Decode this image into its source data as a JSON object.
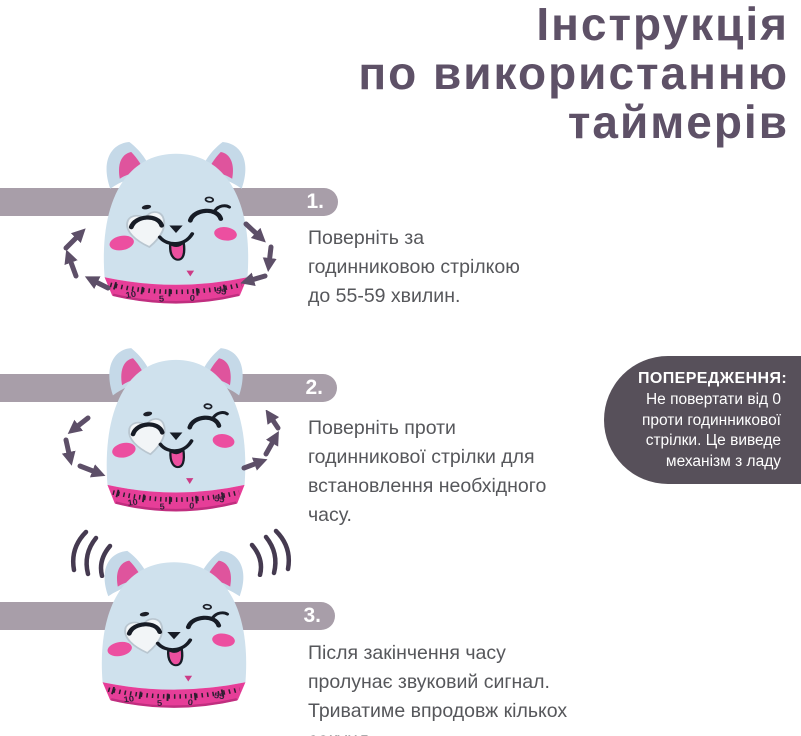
{
  "title": {
    "lines": [
      "Інструкція",
      "по використанню",
      "таймерів"
    ]
  },
  "steps": [
    {
      "number": "1.",
      "text": "Поверніть за годинниковою стрілкою до 55-59 хвилин."
    },
    {
      "number": "2.",
      "text": "Поверніть проти годинникової стрілки для встановлення необхідного часу."
    },
    {
      "number": "3.",
      "text": "Після закінчення часу пролунає звуковий сигнал. Триватиме впродовж кількох секунд."
    }
  ],
  "warning": {
    "title": "ПОПЕРЕДЖЕННЯ:",
    "lines": [
      "Не повертати від 0",
      "проти годинникової",
      "стрілки. Це виведе",
      "механізм з ладу"
    ]
  },
  "timer_dial": {
    "numbers": [
      "10",
      "5",
      "0",
      "55"
    ]
  },
  "illustrations": {
    "cat_timer": "cat-shaped-kitchen-timer",
    "step1_arrows": "clockwise-rotation-arrows",
    "step2_arrows": "counterclockwise-rotation-arrows",
    "step3_waves": "sound-wave-arcs"
  },
  "colors": {
    "title": "#5e5167",
    "step_bar": "#a89ea9",
    "step_text": "#56575b",
    "warning_bg": "#57505a",
    "warning_text": "#ffffff",
    "arrow": "#5d4f68",
    "sound_wave": "#453a50",
    "cat_body": "#cfe1ed",
    "cat_inner_ear": "#df549d",
    "dial": "#e63e98",
    "cheek_tongue": "#ec4f9f"
  }
}
